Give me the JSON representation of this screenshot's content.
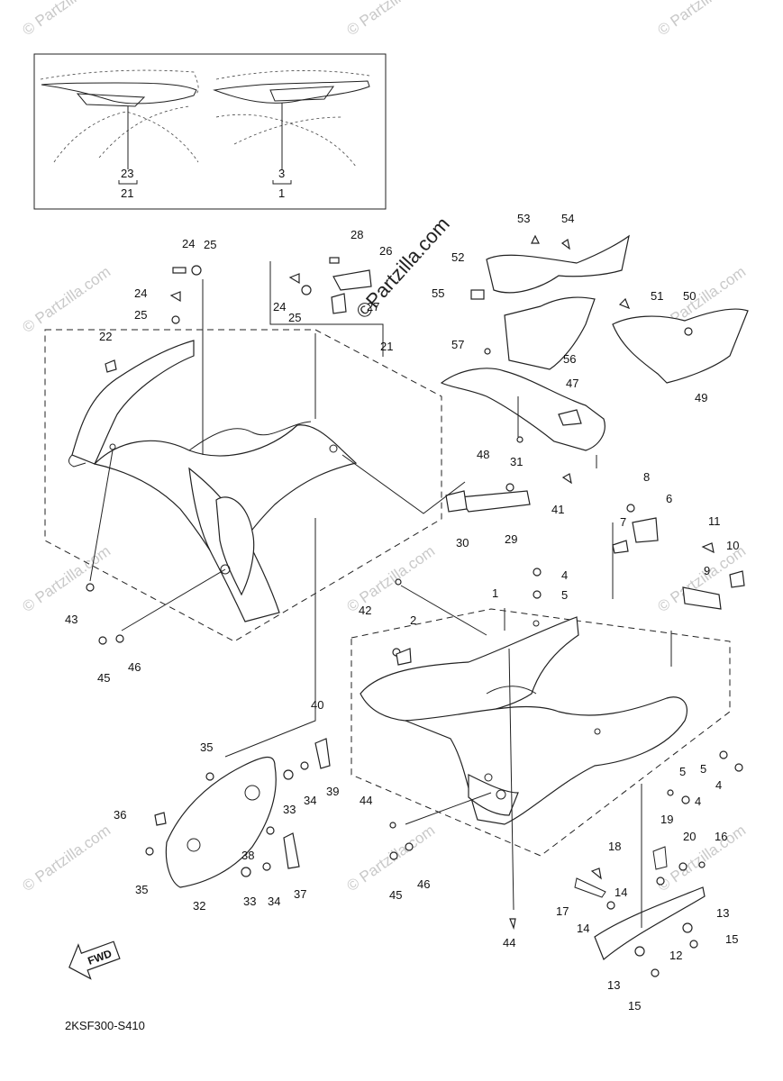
{
  "watermark": {
    "main": "©Partzilla.com",
    "repeat": "© Partzilla.com"
  },
  "diagram_code": "2KSF300-S410",
  "direction_label": "FWD",
  "inset": {
    "callouts": [
      {
        "id": "23"
      },
      {
        "id": "21"
      },
      {
        "id": "3"
      },
      {
        "id": "1"
      }
    ]
  },
  "callouts": [
    {
      "id": "24",
      "k": "c24a"
    },
    {
      "id": "25",
      "k": "c25a"
    },
    {
      "id": "24",
      "k": "c24b"
    },
    {
      "id": "25",
      "k": "c25b"
    },
    {
      "id": "28"
    },
    {
      "id": "26"
    },
    {
      "id": "24",
      "k": "c24c"
    },
    {
      "id": "25",
      "k": "c25c"
    },
    {
      "id": "27"
    },
    {
      "id": "22"
    },
    {
      "id": "21"
    },
    {
      "id": "43"
    },
    {
      "id": "45",
      "k": "c45a"
    },
    {
      "id": "46",
      "k": "c46a"
    },
    {
      "id": "53"
    },
    {
      "id": "54"
    },
    {
      "id": "52"
    },
    {
      "id": "55"
    },
    {
      "id": "57"
    },
    {
      "id": "56"
    },
    {
      "id": "51"
    },
    {
      "id": "50"
    },
    {
      "id": "49"
    },
    {
      "id": "47"
    },
    {
      "id": "48"
    },
    {
      "id": "31"
    },
    {
      "id": "30"
    },
    {
      "id": "29"
    },
    {
      "id": "41"
    },
    {
      "id": "8"
    },
    {
      "id": "6"
    },
    {
      "id": "7"
    },
    {
      "id": "11"
    },
    {
      "id": "10"
    },
    {
      "id": "9"
    },
    {
      "id": "4",
      "k": "c4a"
    },
    {
      "id": "5",
      "k": "c5a"
    },
    {
      "id": "42"
    },
    {
      "id": "1"
    },
    {
      "id": "2"
    },
    {
      "id": "40"
    },
    {
      "id": "35",
      "k": "c35a"
    },
    {
      "id": "39"
    },
    {
      "id": "33",
      "k": "c33a"
    },
    {
      "id": "34",
      "k": "c34a"
    },
    {
      "id": "36"
    },
    {
      "id": "38"
    },
    {
      "id": "35",
      "k": "c35b"
    },
    {
      "id": "32"
    },
    {
      "id": "33",
      "k": "c33b"
    },
    {
      "id": "34",
      "k": "c34b"
    },
    {
      "id": "37"
    },
    {
      "id": "44",
      "k": "c44a"
    },
    {
      "id": "45",
      "k": "c45b"
    },
    {
      "id": "46",
      "k": "c46b"
    },
    {
      "id": "44",
      "k": "c44b"
    },
    {
      "id": "5",
      "k": "c5b"
    },
    {
      "id": "4",
      "k": "c4b"
    },
    {
      "id": "5",
      "k": "c5c"
    },
    {
      "id": "4",
      "k": "c4c"
    },
    {
      "id": "19"
    },
    {
      "id": "20"
    },
    {
      "id": "16"
    },
    {
      "id": "18"
    },
    {
      "id": "17"
    },
    {
      "id": "14",
      "k": "c14a"
    },
    {
      "id": "14",
      "k": "c14b"
    },
    {
      "id": "13",
      "k": "c13a"
    },
    {
      "id": "15",
      "k": "c15a"
    },
    {
      "id": "12"
    },
    {
      "id": "13",
      "k": "c13b"
    },
    {
      "id": "15",
      "k": "c15b"
    }
  ]
}
